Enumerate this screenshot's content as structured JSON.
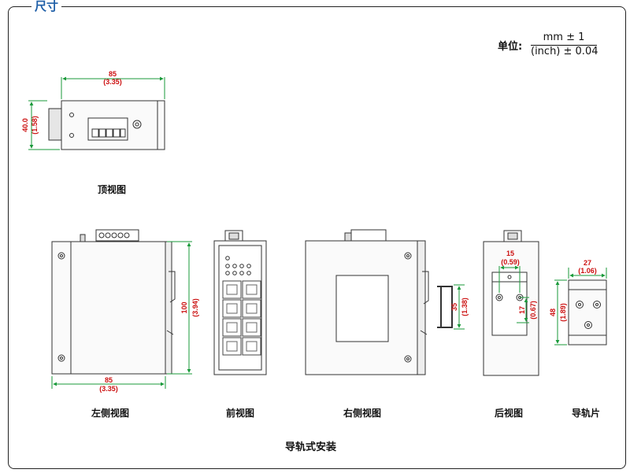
{
  "section_title": "尺寸",
  "unit": {
    "label": "单位:",
    "numerator": "mm ± 1",
    "denominator": "(inch) ± 0.04"
  },
  "views": {
    "top": "顶视图",
    "left_side": "左侧视图",
    "front": "前视图",
    "right_side": "右侧视图",
    "back": "后视图",
    "rail": "导轨片"
  },
  "install_caption": "导轨式安装",
  "dimensions": {
    "top_width_mm": "85",
    "top_width_in": "(3.35)",
    "top_depth_mm": "40.0",
    "top_depth_in": "(1.58)",
    "side_height_mm": "100",
    "side_height_in": "(3.94)",
    "side_width_mm": "85",
    "side_width_in": "(3.35)",
    "rail_clip_mm": "35",
    "rail_clip_in": "(1.38)",
    "back_w_mm": "15",
    "back_w_in": "(0.59)",
    "back_h_mm": "17",
    "back_h_in": "(0.67)",
    "rail_w_mm": "27",
    "rail_w_in": "(1.06)",
    "rail_h_mm": "48",
    "rail_h_in": "(1.89)"
  },
  "colors": {
    "accent": "#1f5fa8",
    "dimension": "#cc1111",
    "dimension_line": "#1a9a3a",
    "outline": "#333333"
  }
}
